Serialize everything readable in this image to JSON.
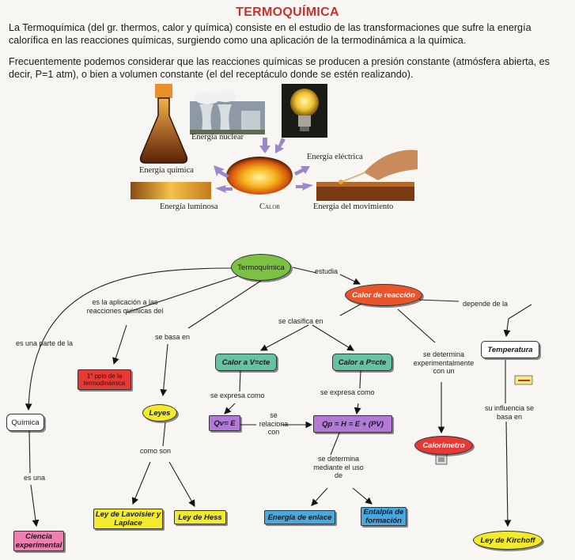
{
  "header": {
    "title": "TERMOQUÍMICA",
    "paragraph1": "La Termoquímica (del gr. thermos, calor y química) consiste en el estudio de las transformaciones que sufre la energía calorífica en las reacciones químicas, surgiendo como una aplicación de la termodinámica a la química.",
    "paragraph2": "Frecuentemente podemos considerar que las reacciones químicas se producen a presión constante (atmósfera abierta, es decir, P=1 atm), o bien a volumen constante (el del receptáculo donde se estén realizando)."
  },
  "figure": {
    "labels": {
      "nuclear": "Energía nuclear",
      "electrica": "Energía eléctrica",
      "quimica": "Energía química",
      "luminosa": "Energía luminosa",
      "calor": "Calor",
      "movimiento": "Energía del movimiento"
    }
  },
  "concept_map": {
    "nodes": {
      "termoquimica": "Termoquímica",
      "calor_reaccion": "Calor de reacción",
      "primer_ppio": "1° ppio de la termodinámica",
      "quimica": "Química",
      "leyes": "Leyes",
      "calor_v": "Calor a V=cte",
      "calor_p": "Calor a P=cte",
      "qv": "Qv= E",
      "qp": "Qp = H = E + (PV)",
      "calorimetro": "Calorímetro",
      "temperatura": "Temperatura",
      "lavoisier": "Ley de Lavoisier y Laplace",
      "hess": "Ley de Hess",
      "energia_enlace": "Energía de enlace",
      "entalpia": "Entalpía de formación",
      "ciencia": "Ciencia experimental",
      "kirchoff": "Ley de Kirchoff"
    },
    "links": {
      "estudia": "estudia",
      "aplicacion": "es la aplicación a las reacciones químicas del",
      "parte_de": "es una parte de la",
      "clasifica": "se clasifica en",
      "depende": "depende de la",
      "se_basa": "se basa en",
      "determina1": "se determina experimentalmente con un",
      "expresa1": "se expresa como",
      "expresa2": "se expresa como",
      "relaciona": "se relaciona con",
      "como_son": "como son",
      "es_una": "es una",
      "determina2": "se determina mediante el uso de",
      "influencia": "su influencia se basa en"
    }
  },
  "colors": {
    "title": "#c8322d",
    "green": "#7cc242",
    "orange_red": "#e8542b",
    "red": "#e53a35",
    "yellow": "#f2ea2a",
    "teal": "#66c2a2",
    "purple": "#b27ad6",
    "blue": "#4aa8e0",
    "pink": "#ef7fb0",
    "white": "#ffffff"
  }
}
